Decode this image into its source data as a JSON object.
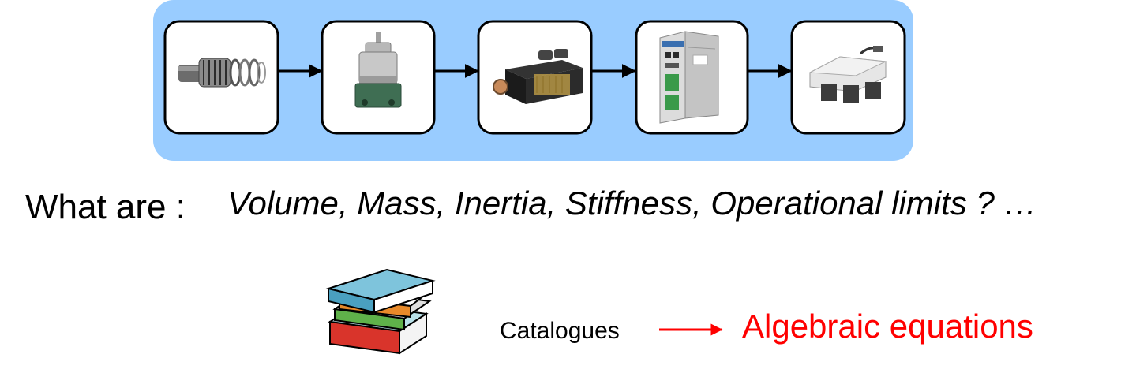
{
  "colors": {
    "panel": "#99ccff",
    "box_border": "#000000",
    "arrow": "#000000",
    "result": "#ff0000"
  },
  "chain": {
    "components": [
      {
        "icon": "roller-screw-icon"
      },
      {
        "icon": "gearbox-icon"
      },
      {
        "icon": "servo-motor-icon"
      },
      {
        "icon": "drive-controller-icon"
      },
      {
        "icon": "battery-pack-icon"
      }
    ]
  },
  "question": {
    "label": "What are :",
    "items": "Volume, Mass, Inertia, Stiffness, Operational limits ? …"
  },
  "flow": {
    "source_icon": "books-icon",
    "source_label": "Catalogues",
    "target_label": "Algebraic equations"
  }
}
